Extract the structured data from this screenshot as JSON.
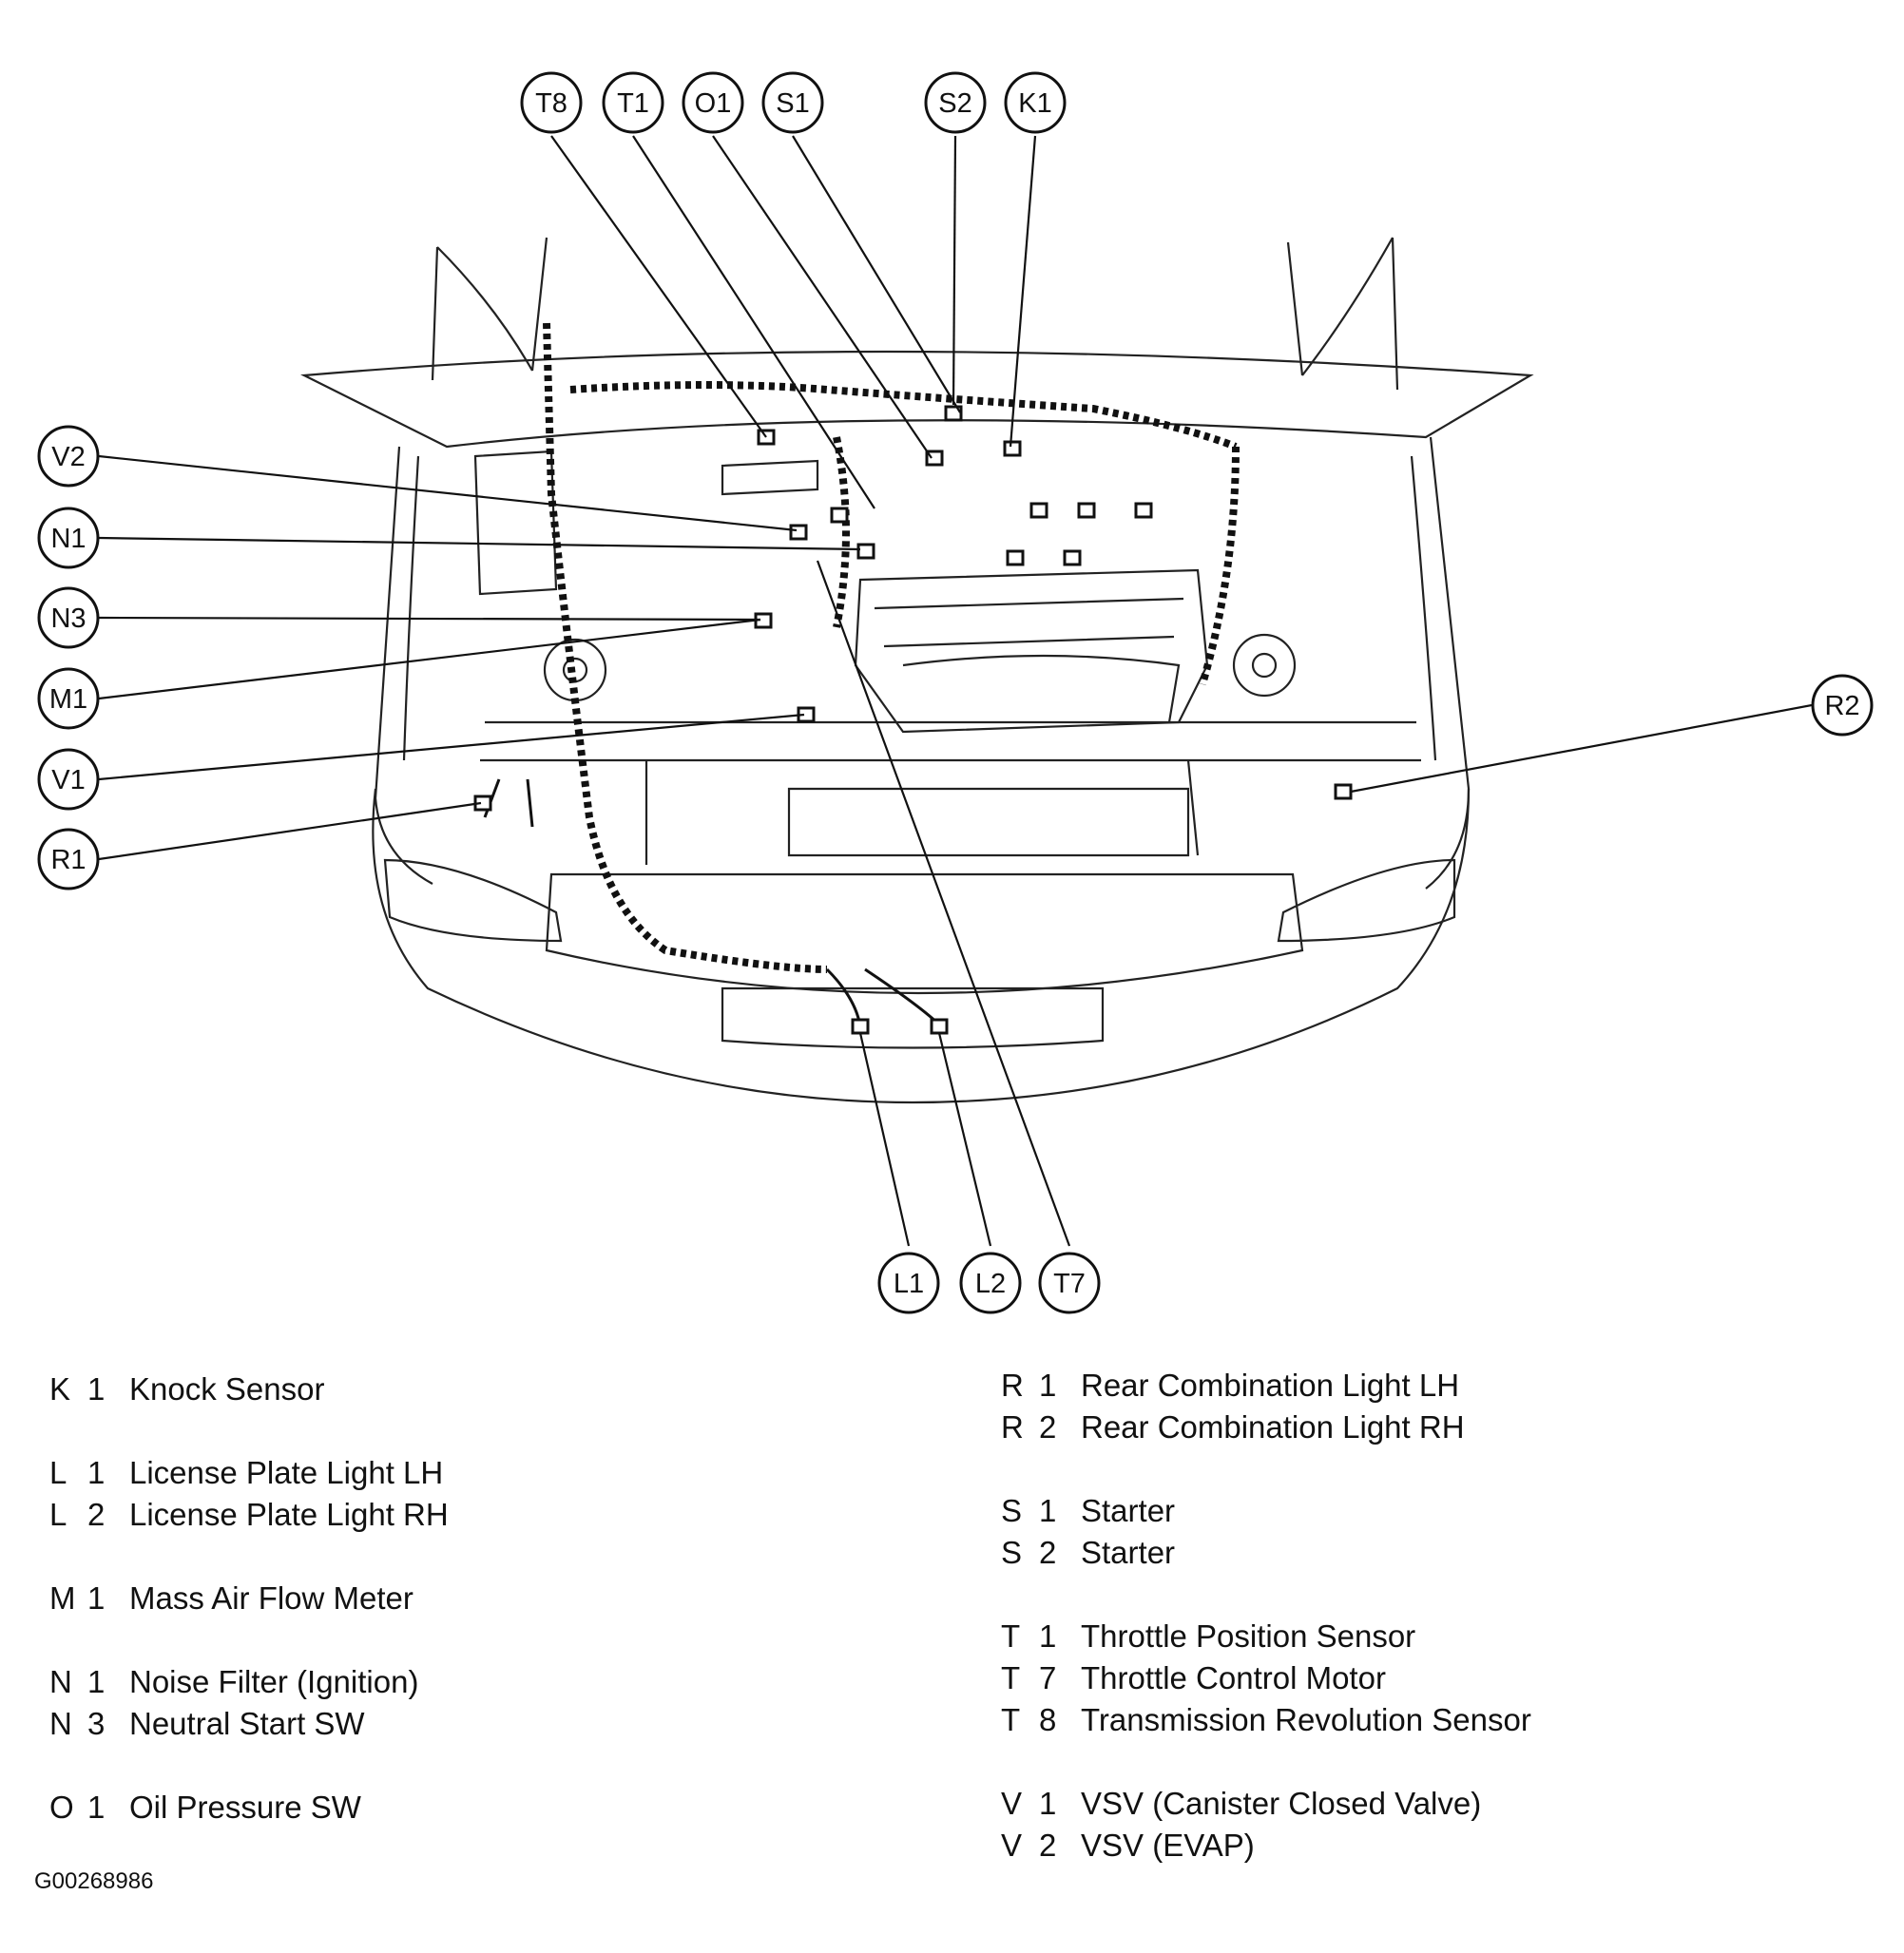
{
  "callouts": {
    "T8": "T8",
    "T1": "T1",
    "O1": "O1",
    "S1": "S1",
    "S2": "S2",
    "K1": "K1",
    "V2": "V2",
    "N1": "N1",
    "N3": "N3",
    "M1": "M1",
    "V1": "V1",
    "R1": "R1",
    "R2": "R2",
    "L1": "L1",
    "L2": "L2",
    "T7": "T7"
  },
  "legend": {
    "left": [
      {
        "letter": "K",
        "number": "1",
        "desc": "Knock Sensor"
      },
      {
        "letter": "L",
        "number": "1",
        "desc": "License Plate Light LH"
      },
      {
        "letter": "L",
        "number": "2",
        "desc": "License Plate Light RH"
      },
      {
        "letter": "M",
        "number": "1",
        "desc": "Mass Air Flow Meter"
      },
      {
        "letter": "N",
        "number": "1",
        "desc": "Noise Filter (Ignition)"
      },
      {
        "letter": "N",
        "number": "3",
        "desc": "Neutral Start SW"
      },
      {
        "letter": "O",
        "number": "1",
        "desc": "Oil Pressure SW"
      }
    ],
    "right": [
      {
        "letter": "R",
        "number": "1",
        "desc": "Rear Combination Light LH"
      },
      {
        "letter": "R",
        "number": "2",
        "desc": "Rear Combination Light RH"
      },
      {
        "letter": "S",
        "number": "1",
        "desc": "Starter"
      },
      {
        "letter": "S",
        "number": "2",
        "desc": "Starter"
      },
      {
        "letter": "T",
        "number": "1",
        "desc": "Throttle Position Sensor"
      },
      {
        "letter": "T",
        "number": "7",
        "desc": "Throttle Control Motor"
      },
      {
        "letter": "T",
        "number": "8",
        "desc": "Transmission Revolution Sensor"
      },
      {
        "letter": "V",
        "number": "1",
        "desc": "VSV (Canister Closed Valve)"
      },
      {
        "letter": "V",
        "number": "2",
        "desc": "VSV (EVAP)"
      }
    ]
  },
  "figure_id": "G00268986"
}
